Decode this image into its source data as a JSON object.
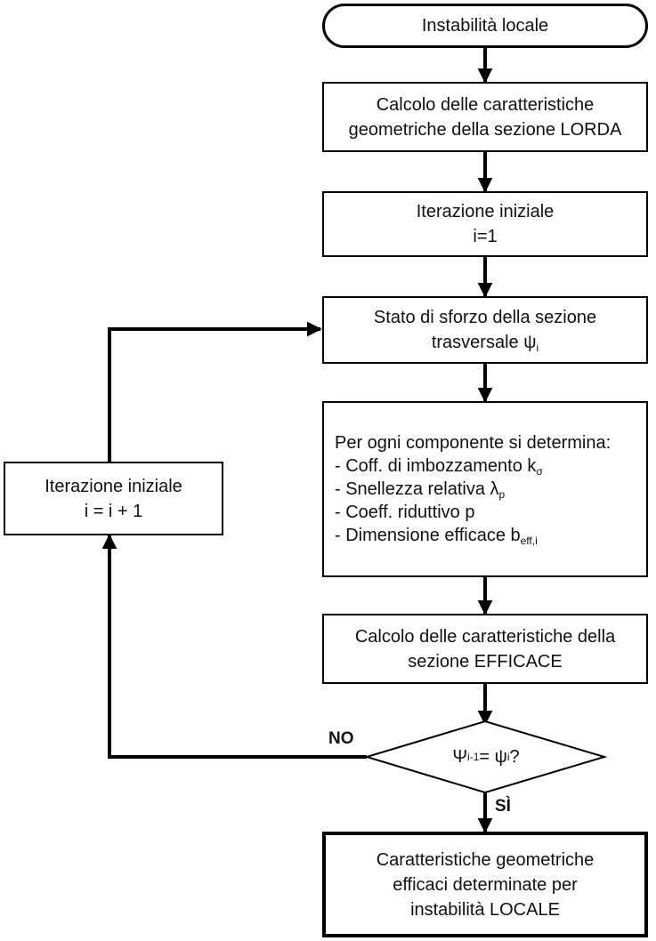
{
  "nodes": {
    "start": {
      "text": "Instabilità locale"
    },
    "gross": {
      "line1": "Calcolo delle caratteristiche",
      "line2": "geometriche della sezione LORDA"
    },
    "init": {
      "line1": "Iterazione iniziale",
      "line2": "i=1"
    },
    "stress": {
      "line1": "Stato di sforzo della sezione",
      "line2_prefix": "trasversale ψ",
      "line2_sub": "i"
    },
    "components": {
      "header": "Per ogni componente si determina:",
      "items": [
        {
          "prefix": "- Coff. di imbozzamento k",
          "sub": "σ"
        },
        {
          "prefix": "- Snellezza relativa λ",
          "sub": "p"
        },
        {
          "prefix": "- Coeff. riduttivo p",
          "sub": ""
        },
        {
          "prefix": "- Dimensione efficace b",
          "sub": "eff,i"
        }
      ]
    },
    "effective": {
      "line1": "Calcolo delle caratteristiche della",
      "line2": "sezione EFFICACE"
    },
    "decision": {
      "lhs": "Ψ",
      "lhs_sub": "i-1",
      "mid": " = ψ",
      "rhs_sub": "i",
      "end": " ?"
    },
    "iterate": {
      "line1": "Iterazione iniziale",
      "line2": "i = i + 1"
    },
    "final": {
      "line1": "Caratteristiche geometriche",
      "line2": "efficaci determinate per",
      "line3": "instabilità LOCALE"
    }
  },
  "edge_labels": {
    "no": "NO",
    "yes": "SÌ"
  }
}
